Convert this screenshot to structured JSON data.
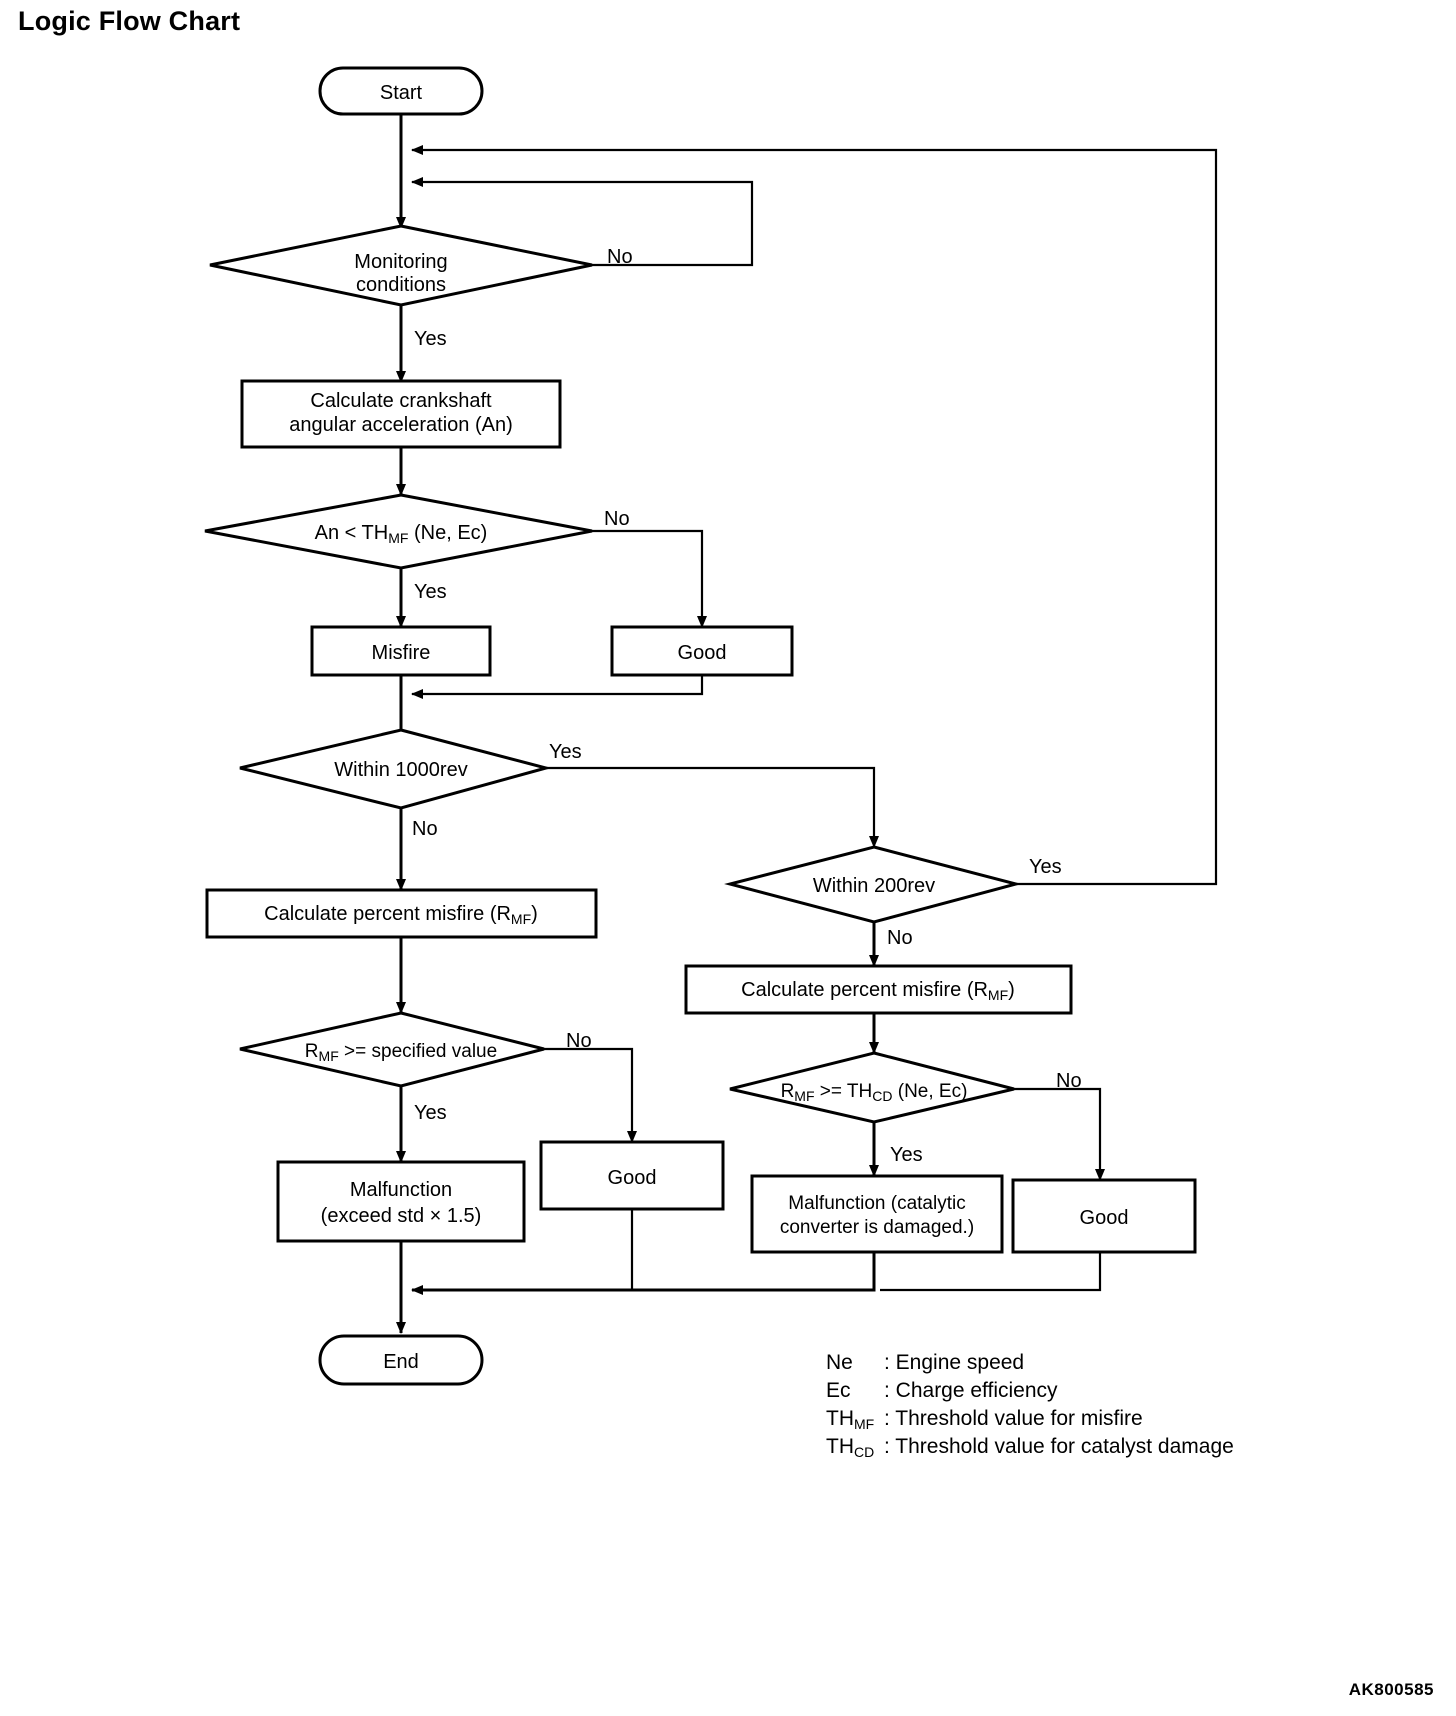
{
  "title": "Logic Flow Chart",
  "doc_code": "AK800585",
  "nodes": {
    "start": "Start",
    "monitoring": {
      "line1": "Monitoring",
      "line2": "conditions"
    },
    "calc_accel": {
      "line1": "Calculate crankshaft",
      "line2": "angular acceleration (An)"
    },
    "an_thmf": {
      "pre": "An < TH",
      "sub": "MF",
      "post": " (Ne, Ec)"
    },
    "misfire": "Misfire",
    "good_1": "Good",
    "within_1000rev": "Within 1000rev",
    "calc_pct_misfire_left": {
      "pre": "Calculate percent misfire (R",
      "sub": "MF",
      "post": ")"
    },
    "rmf_specified": {
      "pre": "R",
      "sub": "MF",
      "post": " >= specified value"
    },
    "malfunction_left": {
      "line1": "Malfunction",
      "line2": "(exceed std × 1.5)"
    },
    "good_2": "Good",
    "within_200rev": "Within 200rev",
    "calc_pct_misfire_right": {
      "pre": "Calculate percent misfire (R",
      "sub": "MF",
      "post": ")"
    },
    "rmf_thcd": {
      "pre": "R",
      "sub": "MF",
      "post": " >= TH",
      "sub2": "CD",
      "post2": " (Ne, Ec)"
    },
    "malfunction_right": {
      "line1": "Malfunction (catalytic",
      "line2": "converter is damaged.)"
    },
    "good_3": "Good",
    "end": "End"
  },
  "edge_labels": {
    "monitoring_no": "No",
    "monitoring_yes": "Yes",
    "an_no": "No",
    "an_yes": "Yes",
    "within1000_yes": "Yes",
    "within1000_no": "No",
    "rmf_spec_no": "No",
    "rmf_spec_yes": "Yes",
    "within200_yes": "Yes",
    "within200_no": "No",
    "rmf_thcd_no": "No",
    "rmf_thcd_yes": "Yes"
  },
  "legend": [
    {
      "symbol": "Ne",
      "sub": "",
      "desc": ": Engine speed"
    },
    {
      "symbol": "Ec",
      "sub": "",
      "desc": ": Charge efficiency"
    },
    {
      "symbol": "TH",
      "sub": "MF",
      "desc": ": Threshold value for misfire"
    },
    {
      "symbol": "TH",
      "sub": "CD",
      "desc": ": Threshold value for catalyst damage"
    }
  ],
  "colors": {
    "line": "#000000",
    "fill": "#ffffff",
    "text": "#000000"
  }
}
